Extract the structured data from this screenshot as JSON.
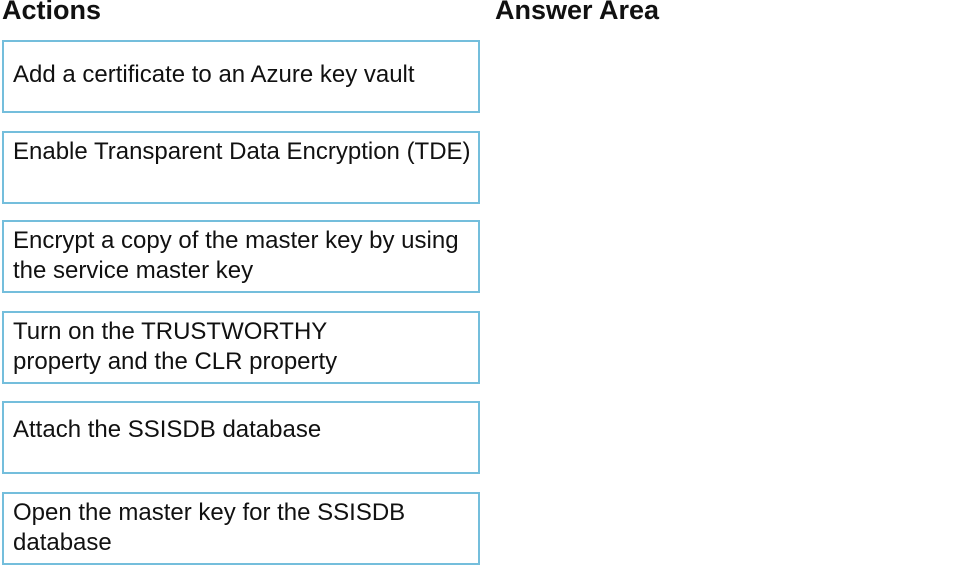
{
  "actions_heading": "Actions",
  "answer_heading": "Answer Area",
  "actions": [
    {
      "label": "Add a certificate to an Azure key vault"
    },
    {
      "label": "Enable Transparent Data Encryption (TDE)"
    },
    {
      "label": "Encrypt a copy of the master key by using the service master key"
    },
    {
      "label": "Turn on the TRUSTWORTHY property and the CLR property"
    },
    {
      "label": "Attach the SSISDB database"
    },
    {
      "label": "Open the master key for the SSISDB database"
    }
  ]
}
